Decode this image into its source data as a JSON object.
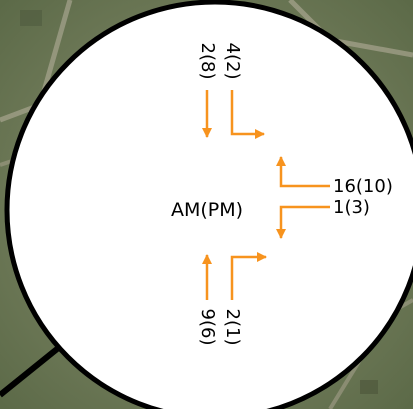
{
  "center_label": "AM(PM)",
  "volumes": {
    "north_1": "4(2)",
    "north_2": "2(8)",
    "east_1": "16(10)",
    "east_2": "1(3)",
    "south_1": "2(1)",
    "south_2": "9(6)"
  },
  "colors": {
    "arrow": "#F7931E",
    "circle_fill": "#FFFFFF",
    "circle_stroke": "#000000"
  }
}
